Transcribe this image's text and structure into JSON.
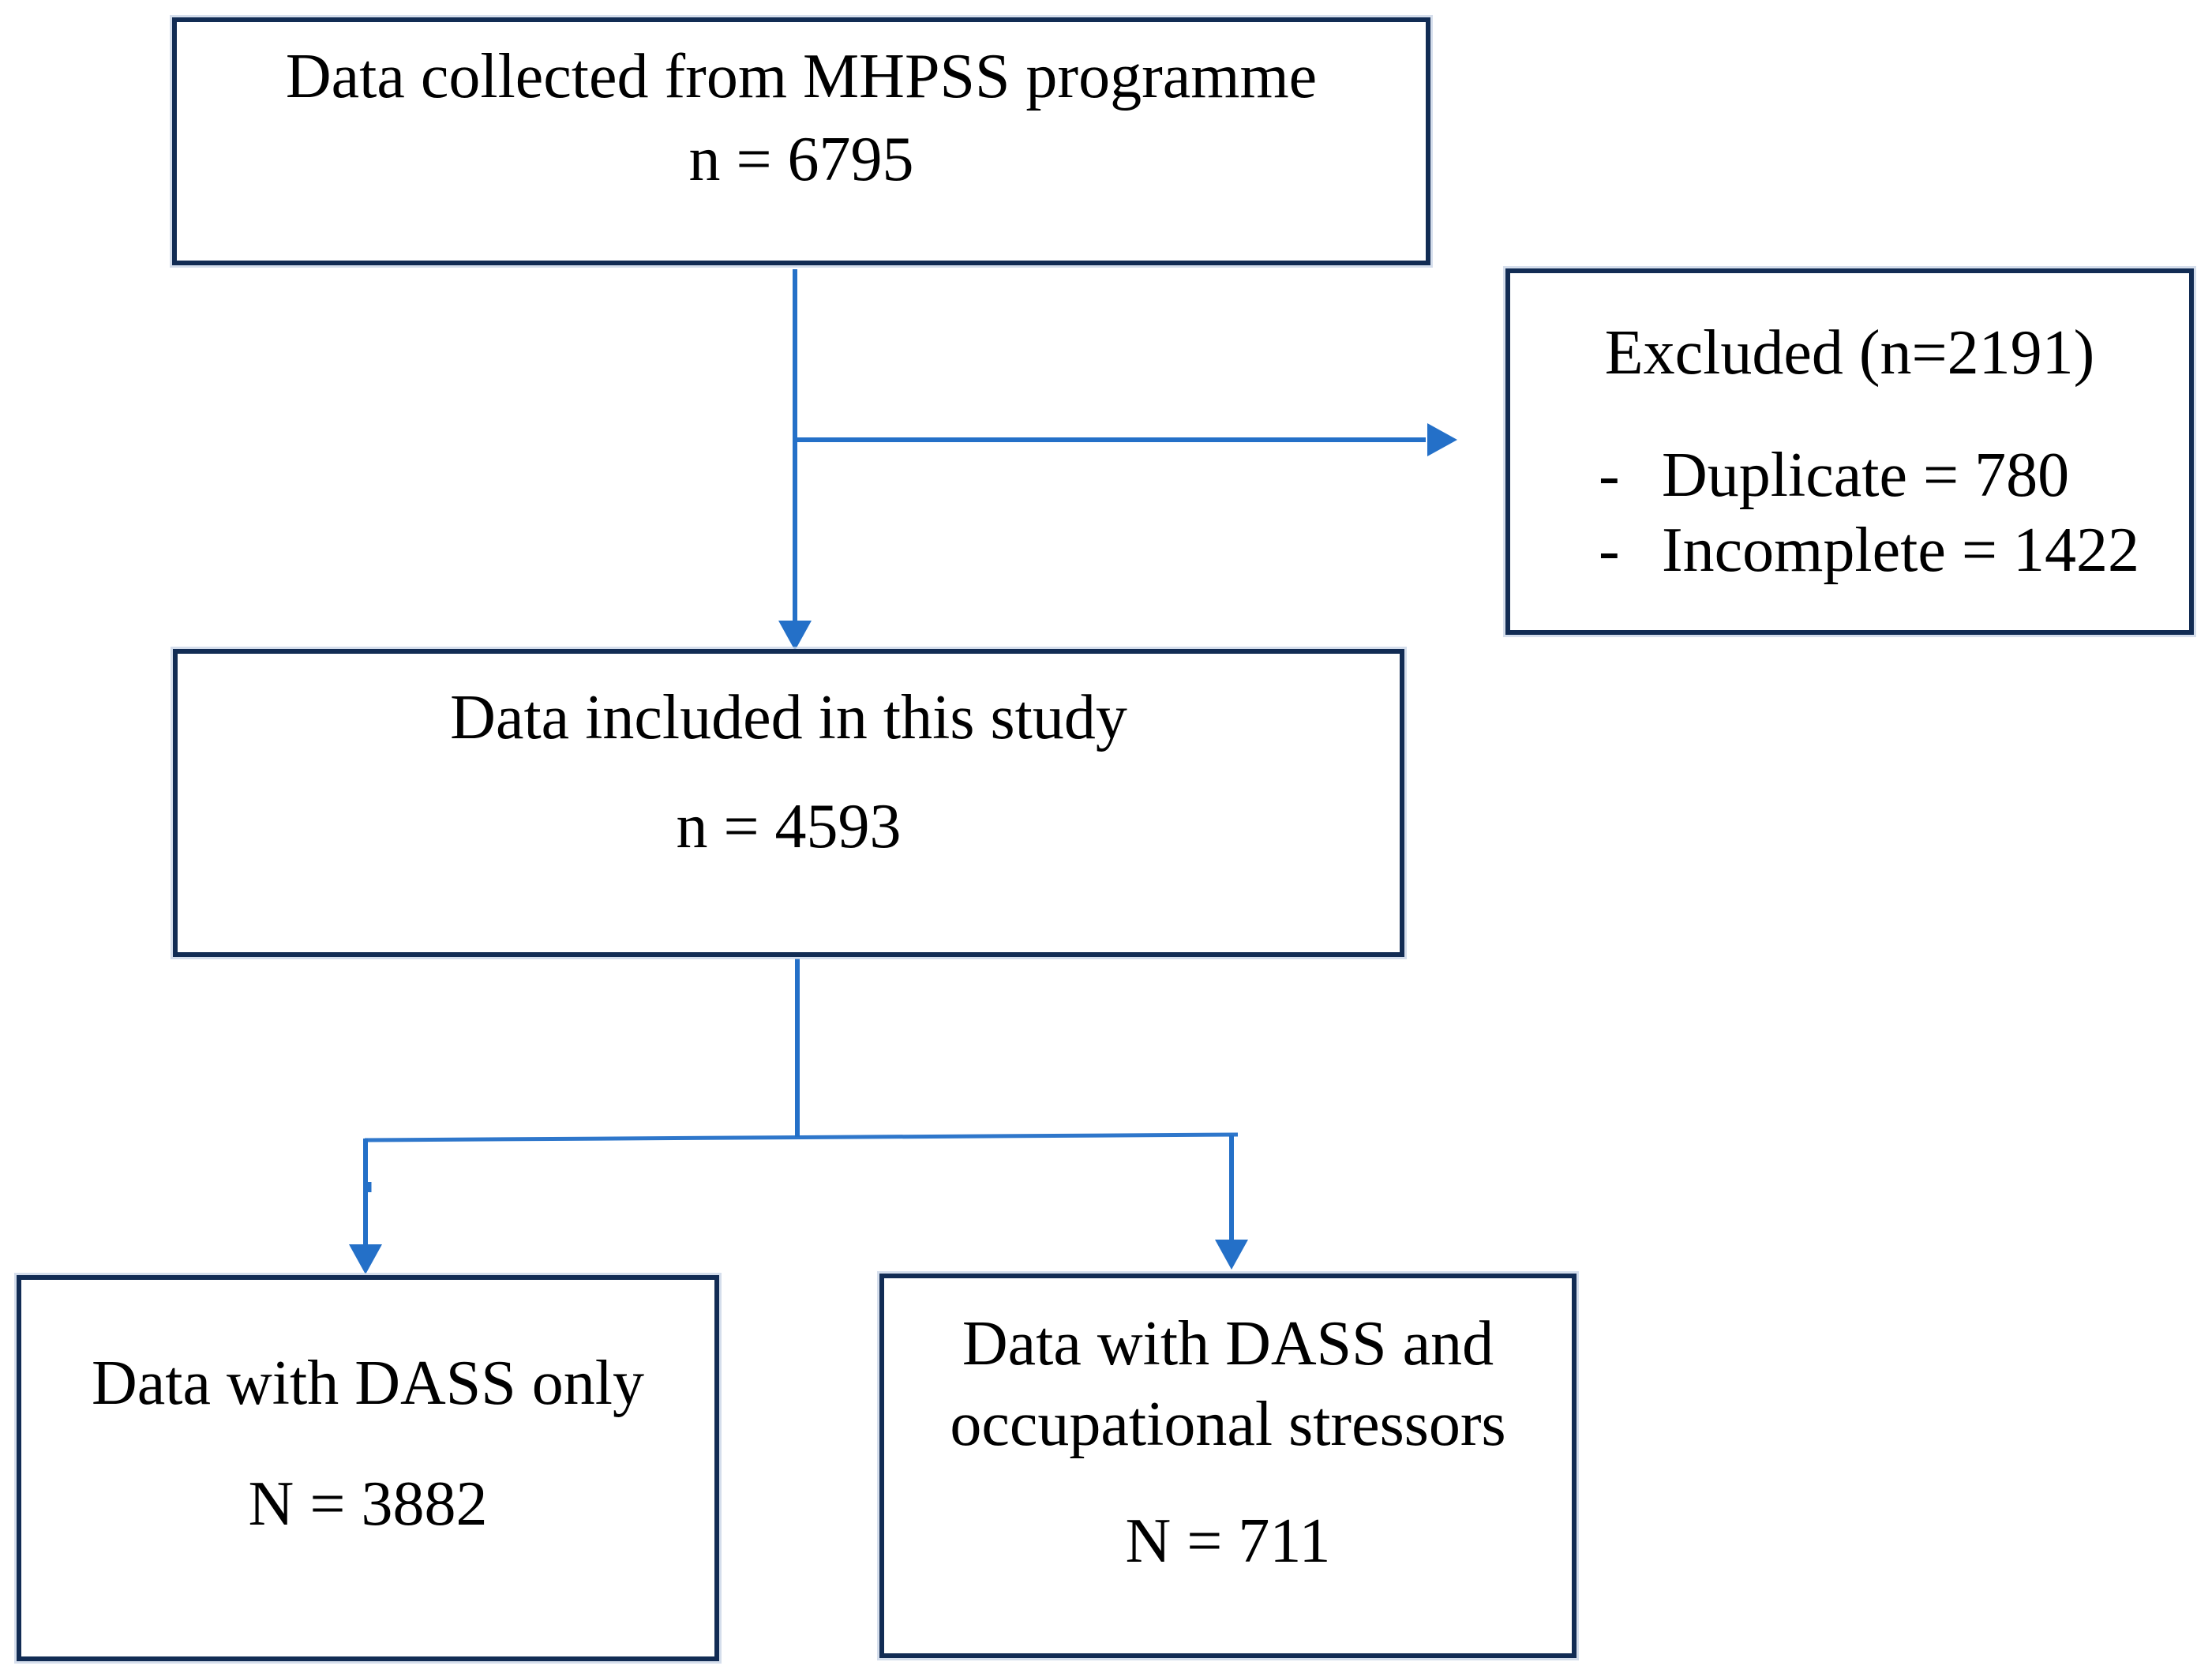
{
  "page": {
    "background": "#ffffff"
  },
  "colors": {
    "box_border": "#122C54",
    "arrow_blue": "#2470C8",
    "text": "#000000"
  },
  "flowchart": {
    "source": {
      "title": "Data collected from MHPSS programme",
      "count": "n = 6795"
    },
    "excluded": {
      "title": "Excluded (n=2191)",
      "bullet_char": "-",
      "items": [
        "Duplicate = 780",
        "Incomplete = 1422"
      ]
    },
    "included": {
      "title": "Data included in this study",
      "count": "n = 4593"
    },
    "dass_only": {
      "title": "Data with DASS only",
      "count": "N = 3882"
    },
    "dass_and_stressors": {
      "title_line1": "Data with DASS and",
      "title_line2": "occupational stressors",
      "count": "N = 711"
    }
  }
}
